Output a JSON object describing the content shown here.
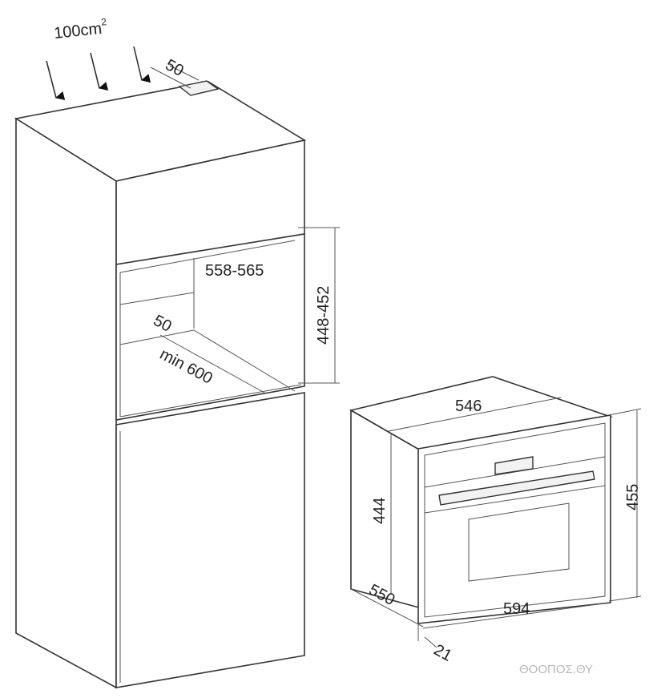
{
  "ventilation": {
    "area_label": "100cm",
    "area_exponent": "2",
    "gap_top": "50"
  },
  "niche": {
    "width": "558-565",
    "height": "448-452",
    "rear_gap": "50",
    "depth": "min 600"
  },
  "oven": {
    "body_width": "546",
    "body_height": "444",
    "front_height": "455",
    "depth": "550",
    "front_width": "594",
    "front_thickness": "21"
  },
  "watermark": "ΘΟΟΠΟΣ.ΘΥ"
}
